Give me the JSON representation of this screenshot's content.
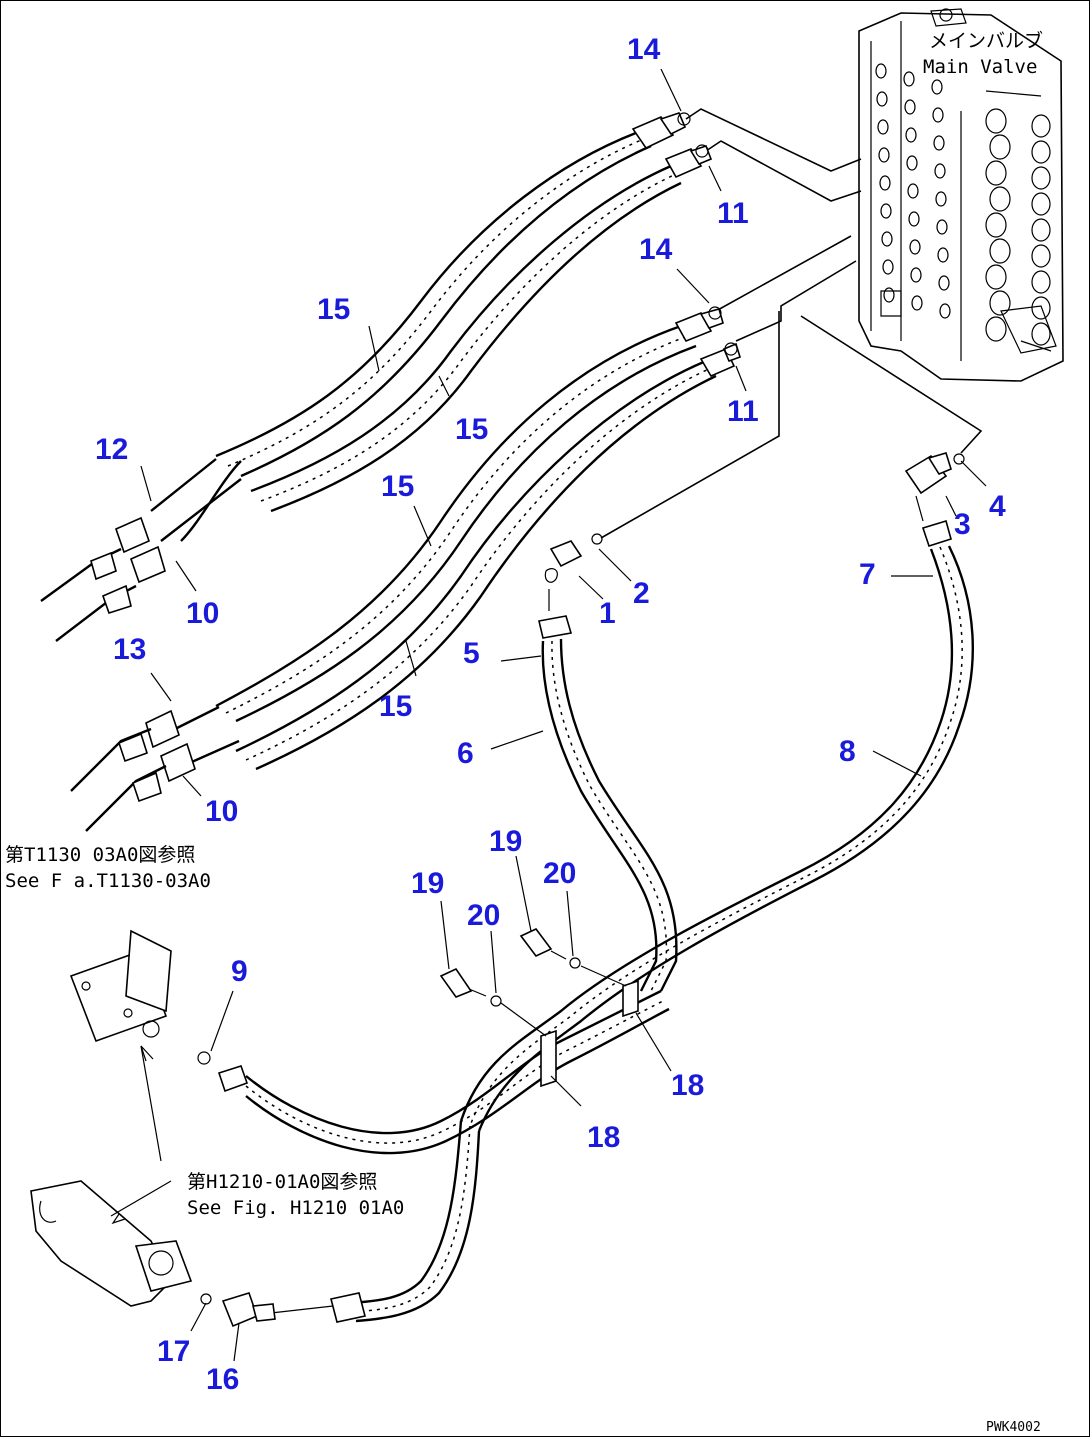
{
  "header": {
    "main_valve_jp": "メインバルブ",
    "main_valve_en": "Main Valve"
  },
  "references": {
    "ref1_jp": "第T1130 03A0図参照",
    "ref1_en": "See F a.T1130-03A0",
    "ref2_jp": "第H1210-01A0図参照",
    "ref2_en": "See Fig. H1210 01A0"
  },
  "drawing_code": "PWK4002",
  "callouts": [
    {
      "id": "c14a",
      "text": "14"
    },
    {
      "id": "c11a",
      "text": "11"
    },
    {
      "id": "c14b",
      "text": "14"
    },
    {
      "id": "c11b",
      "text": "11"
    },
    {
      "id": "c15a",
      "text": "15"
    },
    {
      "id": "c15b",
      "text": "15"
    },
    {
      "id": "c15c",
      "text": "15"
    },
    {
      "id": "c15d",
      "text": "15"
    },
    {
      "id": "c12",
      "text": "12"
    },
    {
      "id": "c10a",
      "text": "10"
    },
    {
      "id": "c13",
      "text": "13"
    },
    {
      "id": "c10b",
      "text": "10"
    },
    {
      "id": "c4",
      "text": "4"
    },
    {
      "id": "c3",
      "text": "3"
    },
    {
      "id": "c2",
      "text": "2"
    },
    {
      "id": "c1",
      "text": "1"
    },
    {
      "id": "c7",
      "text": "7"
    },
    {
      "id": "c5",
      "text": "5"
    },
    {
      "id": "c6",
      "text": "6"
    },
    {
      "id": "c8",
      "text": "8"
    },
    {
      "id": "c19a",
      "text": "19"
    },
    {
      "id": "c20a",
      "text": "20"
    },
    {
      "id": "c19b",
      "text": "19"
    },
    {
      "id": "c20b",
      "text": "20"
    },
    {
      "id": "c9",
      "text": "9"
    },
    {
      "id": "c18a",
      "text": "18"
    },
    {
      "id": "c18b",
      "text": "18"
    },
    {
      "id": "c17",
      "text": "17"
    },
    {
      "id": "c16",
      "text": "16"
    }
  ]
}
